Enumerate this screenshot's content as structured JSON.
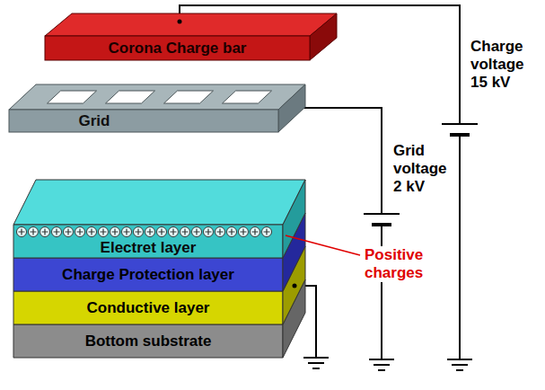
{
  "diagram": {
    "nodes": [
      {
        "text": [
          "Corona Charge bar"
        ]
      },
      {
        "text": [
          "Grid"
        ]
      },
      {
        "text": [
          "Electret layer"
        ]
      },
      {
        "text": [
          "Charge Protection layer"
        ]
      },
      {
        "text": [
          "Conductive layer"
        ]
      },
      {
        "text": [
          "Bottom substrate"
        ]
      }
    ],
    "labels": [
      "Charge voltage 15 kV",
      "Grid voltage 2 kV",
      "Positive charges"
    ]
  }
}
